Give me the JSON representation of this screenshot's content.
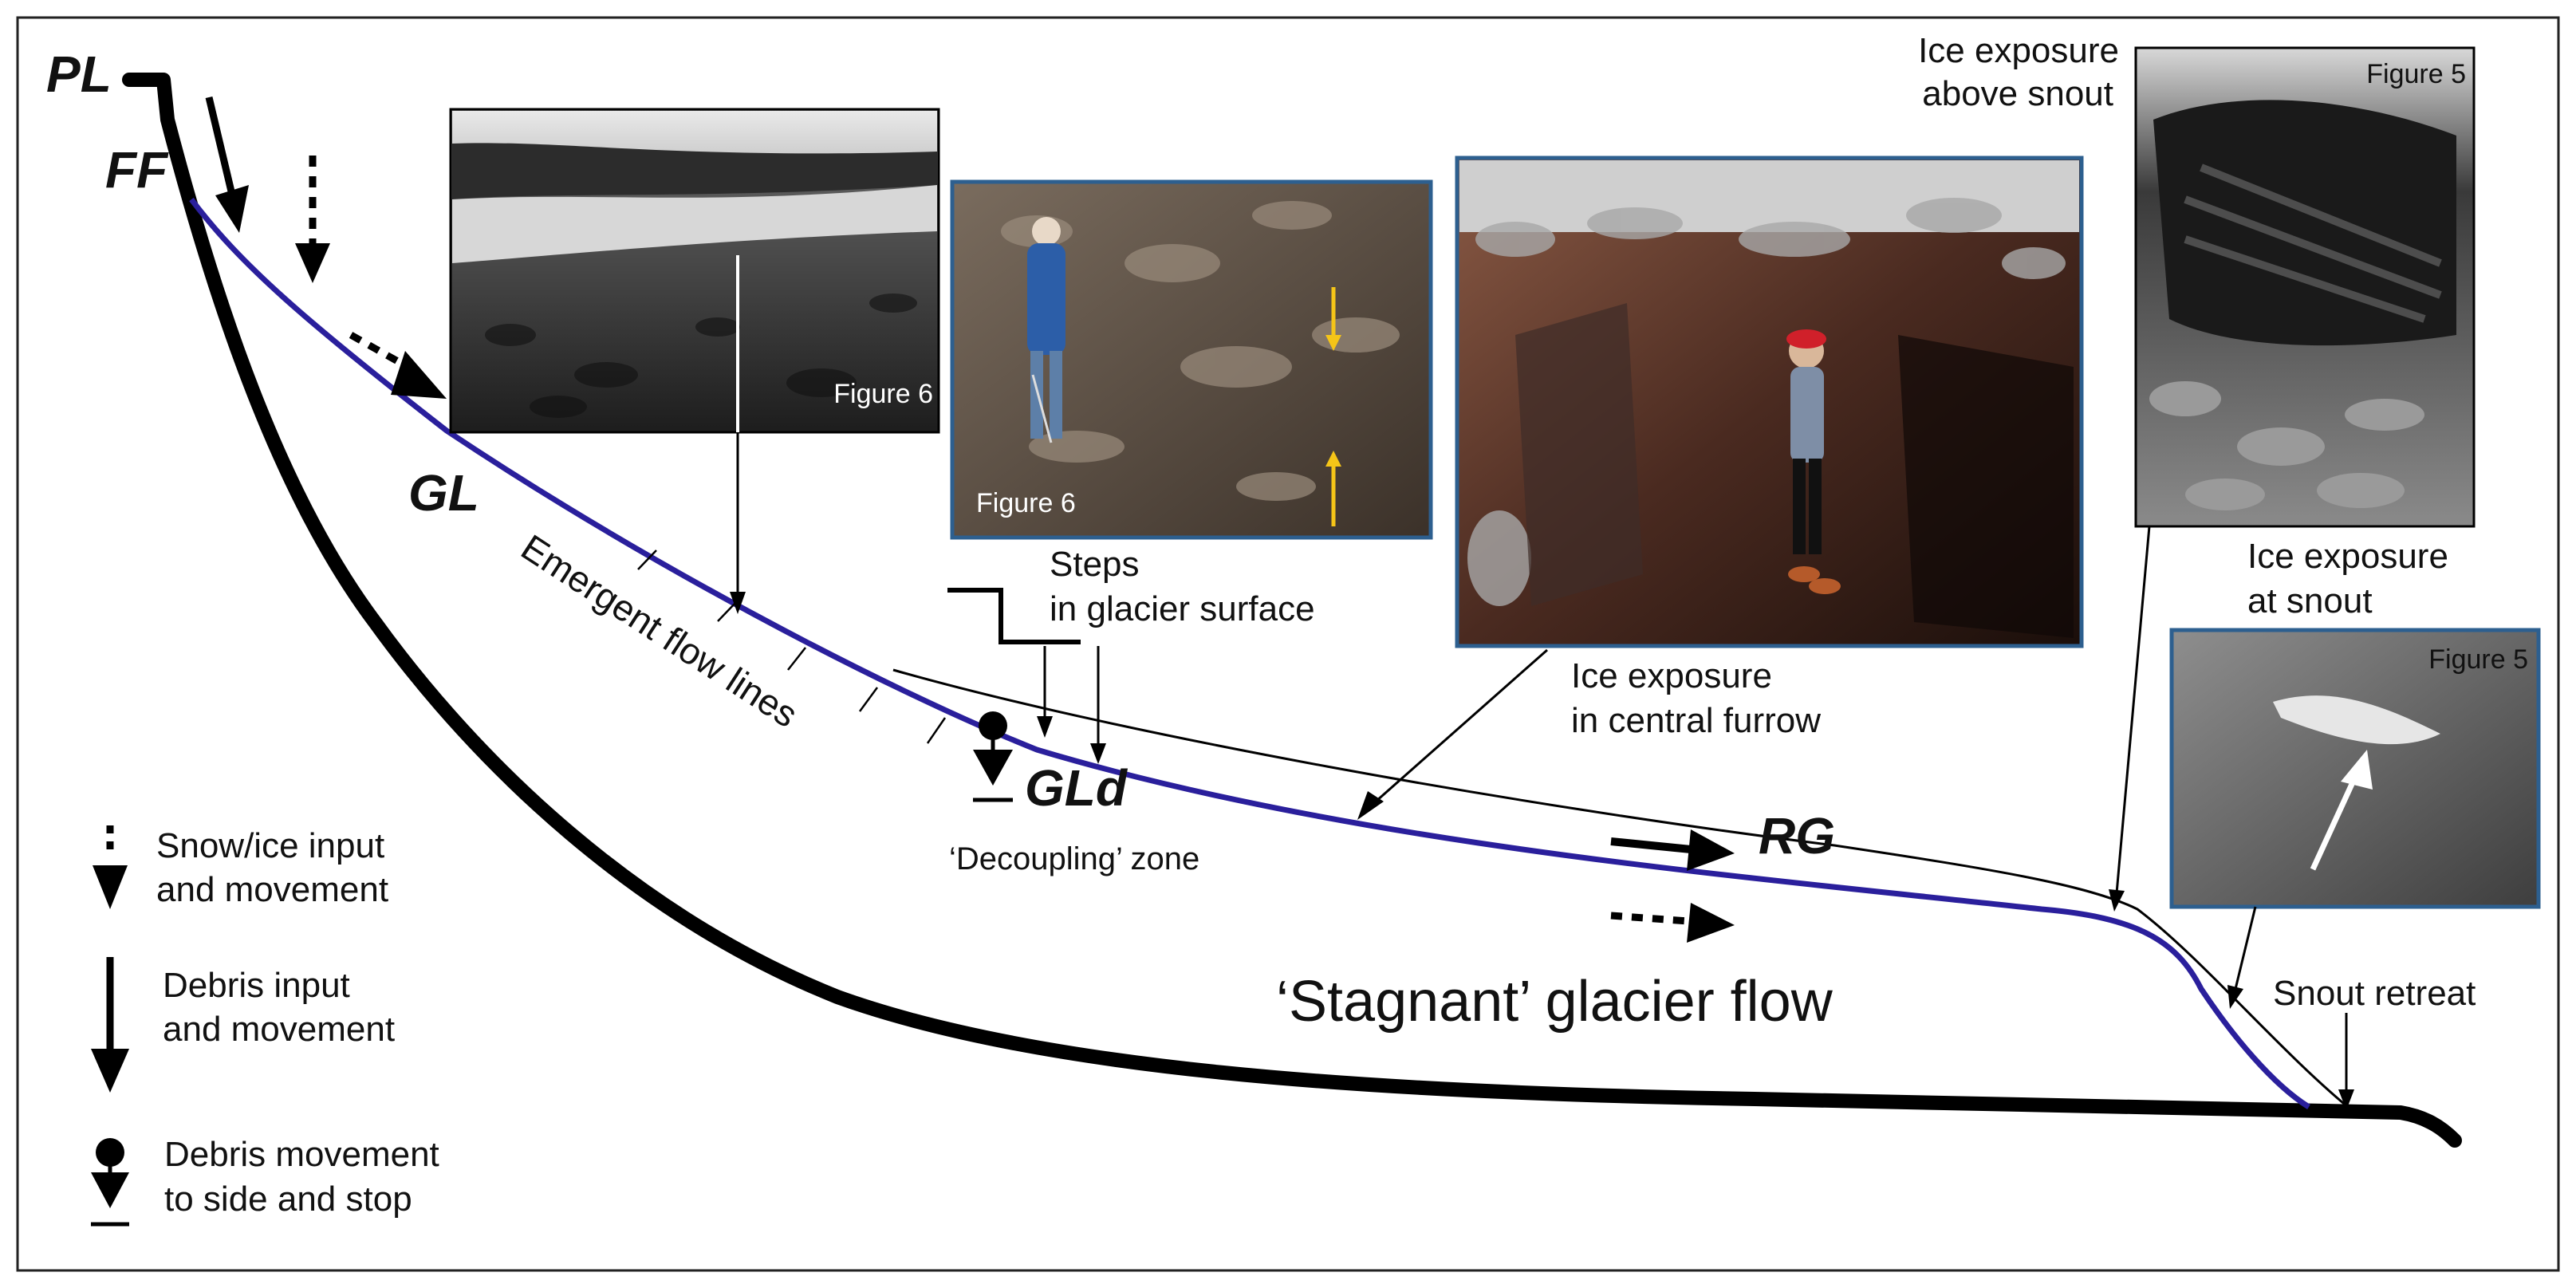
{
  "labels": {
    "pl": "PL",
    "ff": "FF",
    "gl": "GL",
    "gld": "GLd",
    "rg": "RG",
    "emergent": "Emergent flow lines",
    "steps_1": "Steps",
    "steps_2": "in glacier surface",
    "decoupling": "‘Decoupling’ zone",
    "central_1": "Ice exposure",
    "central_2": "in central furrow",
    "above_1": "Ice exposure",
    "above_2": "above snout",
    "atsnout_1": "Ice exposure",
    "atsnout_2": "at snout",
    "stagnant": "‘Stagnant’ glacier flow",
    "snout_retreat": "Snout retreat"
  },
  "photos": {
    "p1_caption": "Figure 6",
    "p2_caption": "Figure 6",
    "p4_caption": "Figure 5",
    "p5_caption": "Figure 5"
  },
  "legend": {
    "snow_1": "Snow/ice input",
    "snow_2": "and movement",
    "debris_1": "Debris input",
    "debris_2": "and movement",
    "side_1": "Debris movement",
    "side_2": "to side and stop"
  },
  "colors": {
    "flow_line": "#2a1f9c",
    "photo_border": "#2d5f8f",
    "marker_arrow": "#f5c518"
  }
}
